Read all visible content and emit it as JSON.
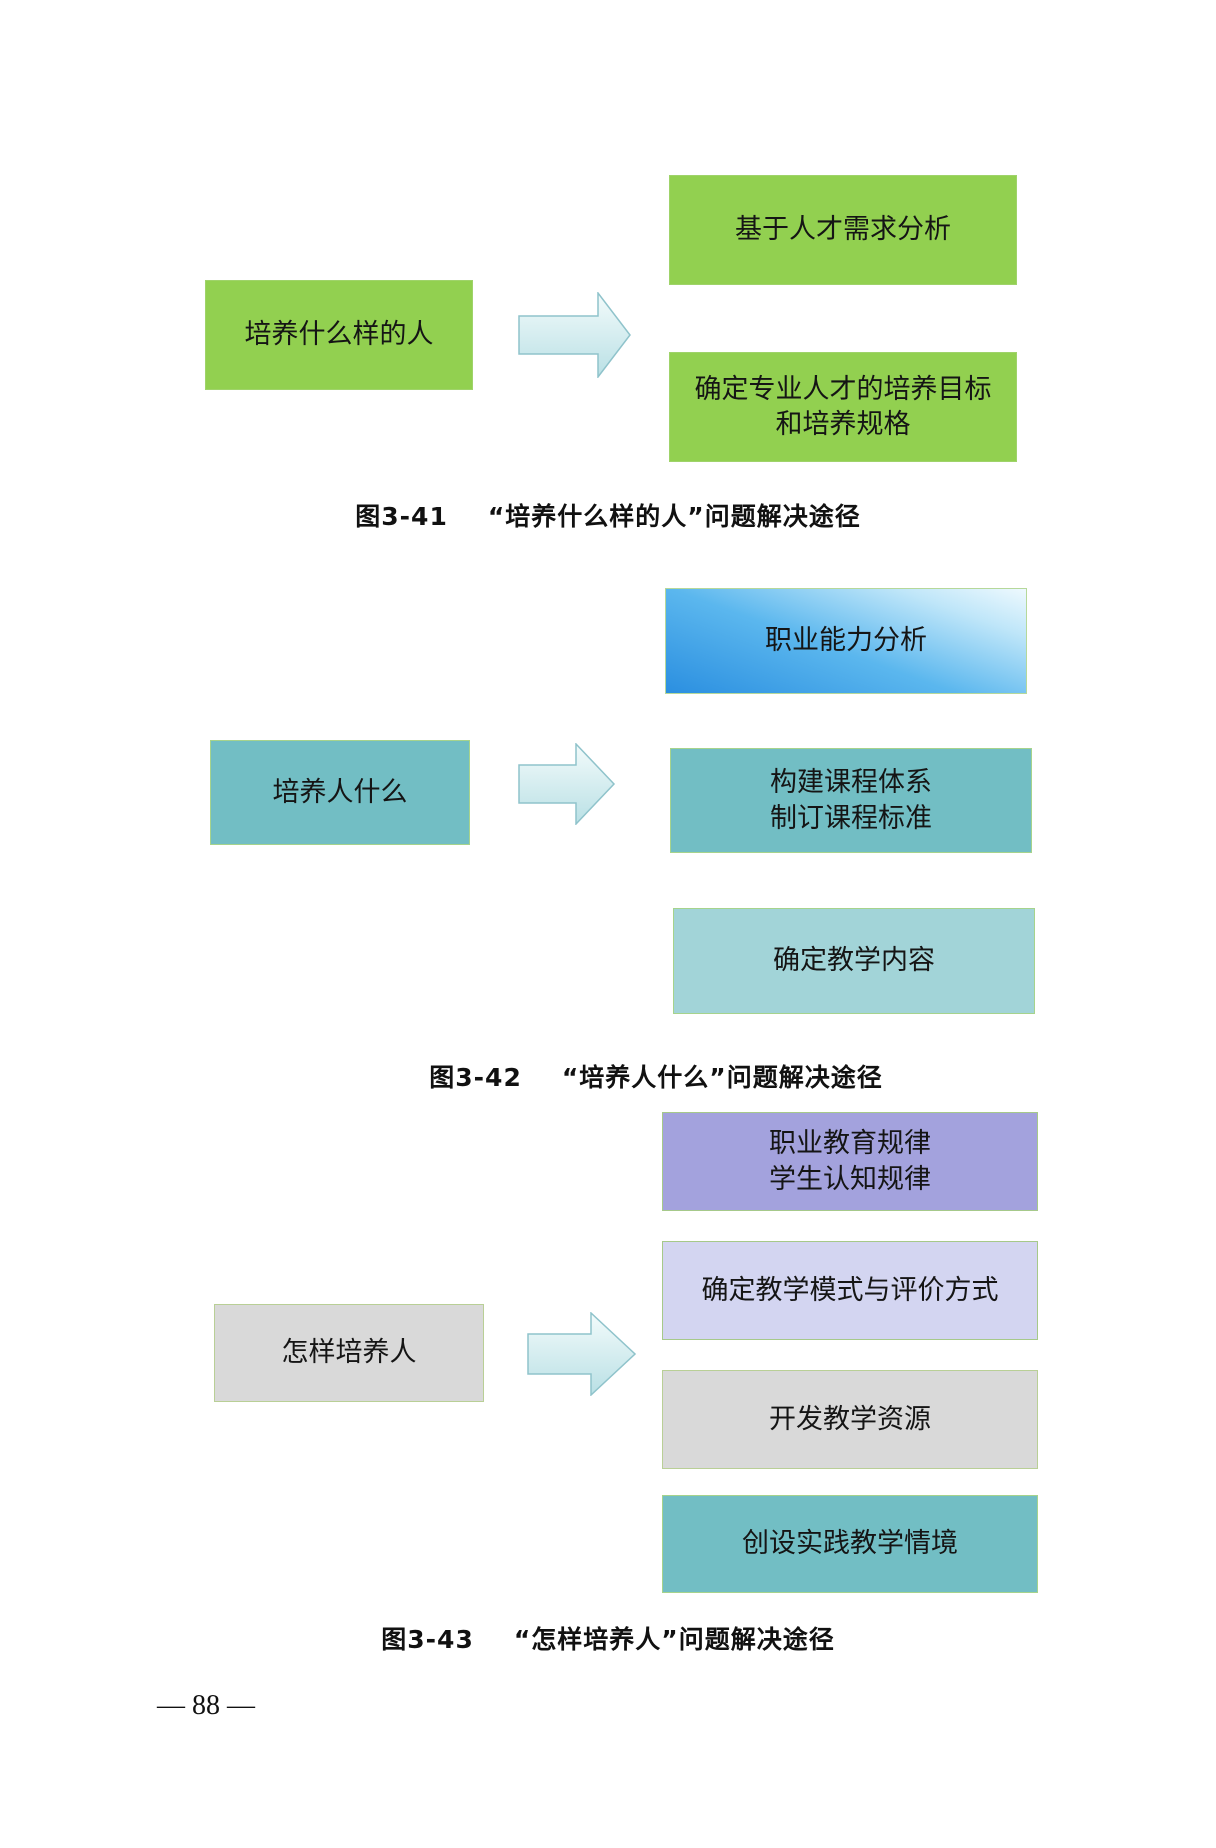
{
  "figures": [
    {
      "source": "培养什么样的人",
      "targets": [
        "基于人才需求分析",
        "确定专业人才的培养目标\n和培养规格"
      ],
      "caption_number": "图3-41",
      "caption_text": "“培养什么样的人”问题解决途径",
      "colors": {
        "source": "#92d050",
        "targets": [
          "#92d050",
          "#92d050"
        ]
      }
    },
    {
      "source": "培养人什么",
      "targets": [
        "职业能力分析",
        "构建课程体系\n制订课程标准",
        "确定教学内容"
      ],
      "caption_number": "图3-42",
      "caption_text": "“培养人什么”问题解决途径",
      "colors": {
        "source": "#72bec4",
        "targets": [
          "#2b8fe0",
          "#72bec4",
          "#a2d4d8"
        ]
      }
    },
    {
      "source": "怎样培养人",
      "targets": [
        "职业教育规律\n学生认知规律",
        "确定教学模式与评价方式",
        "开发教学资源",
        "创设实践教学情境"
      ],
      "caption_number": "图3-43",
      "caption_text": "“怎样培养人”问题解决途径",
      "colors": {
        "source": "#d9d9d9",
        "targets": [
          "#a3a2dd",
          "#d3d5f1",
          "#d9d9d9",
          "#72bec4"
        ]
      }
    }
  ],
  "arrow_icon": "right-block-arrow",
  "page_number": "— 88 —"
}
